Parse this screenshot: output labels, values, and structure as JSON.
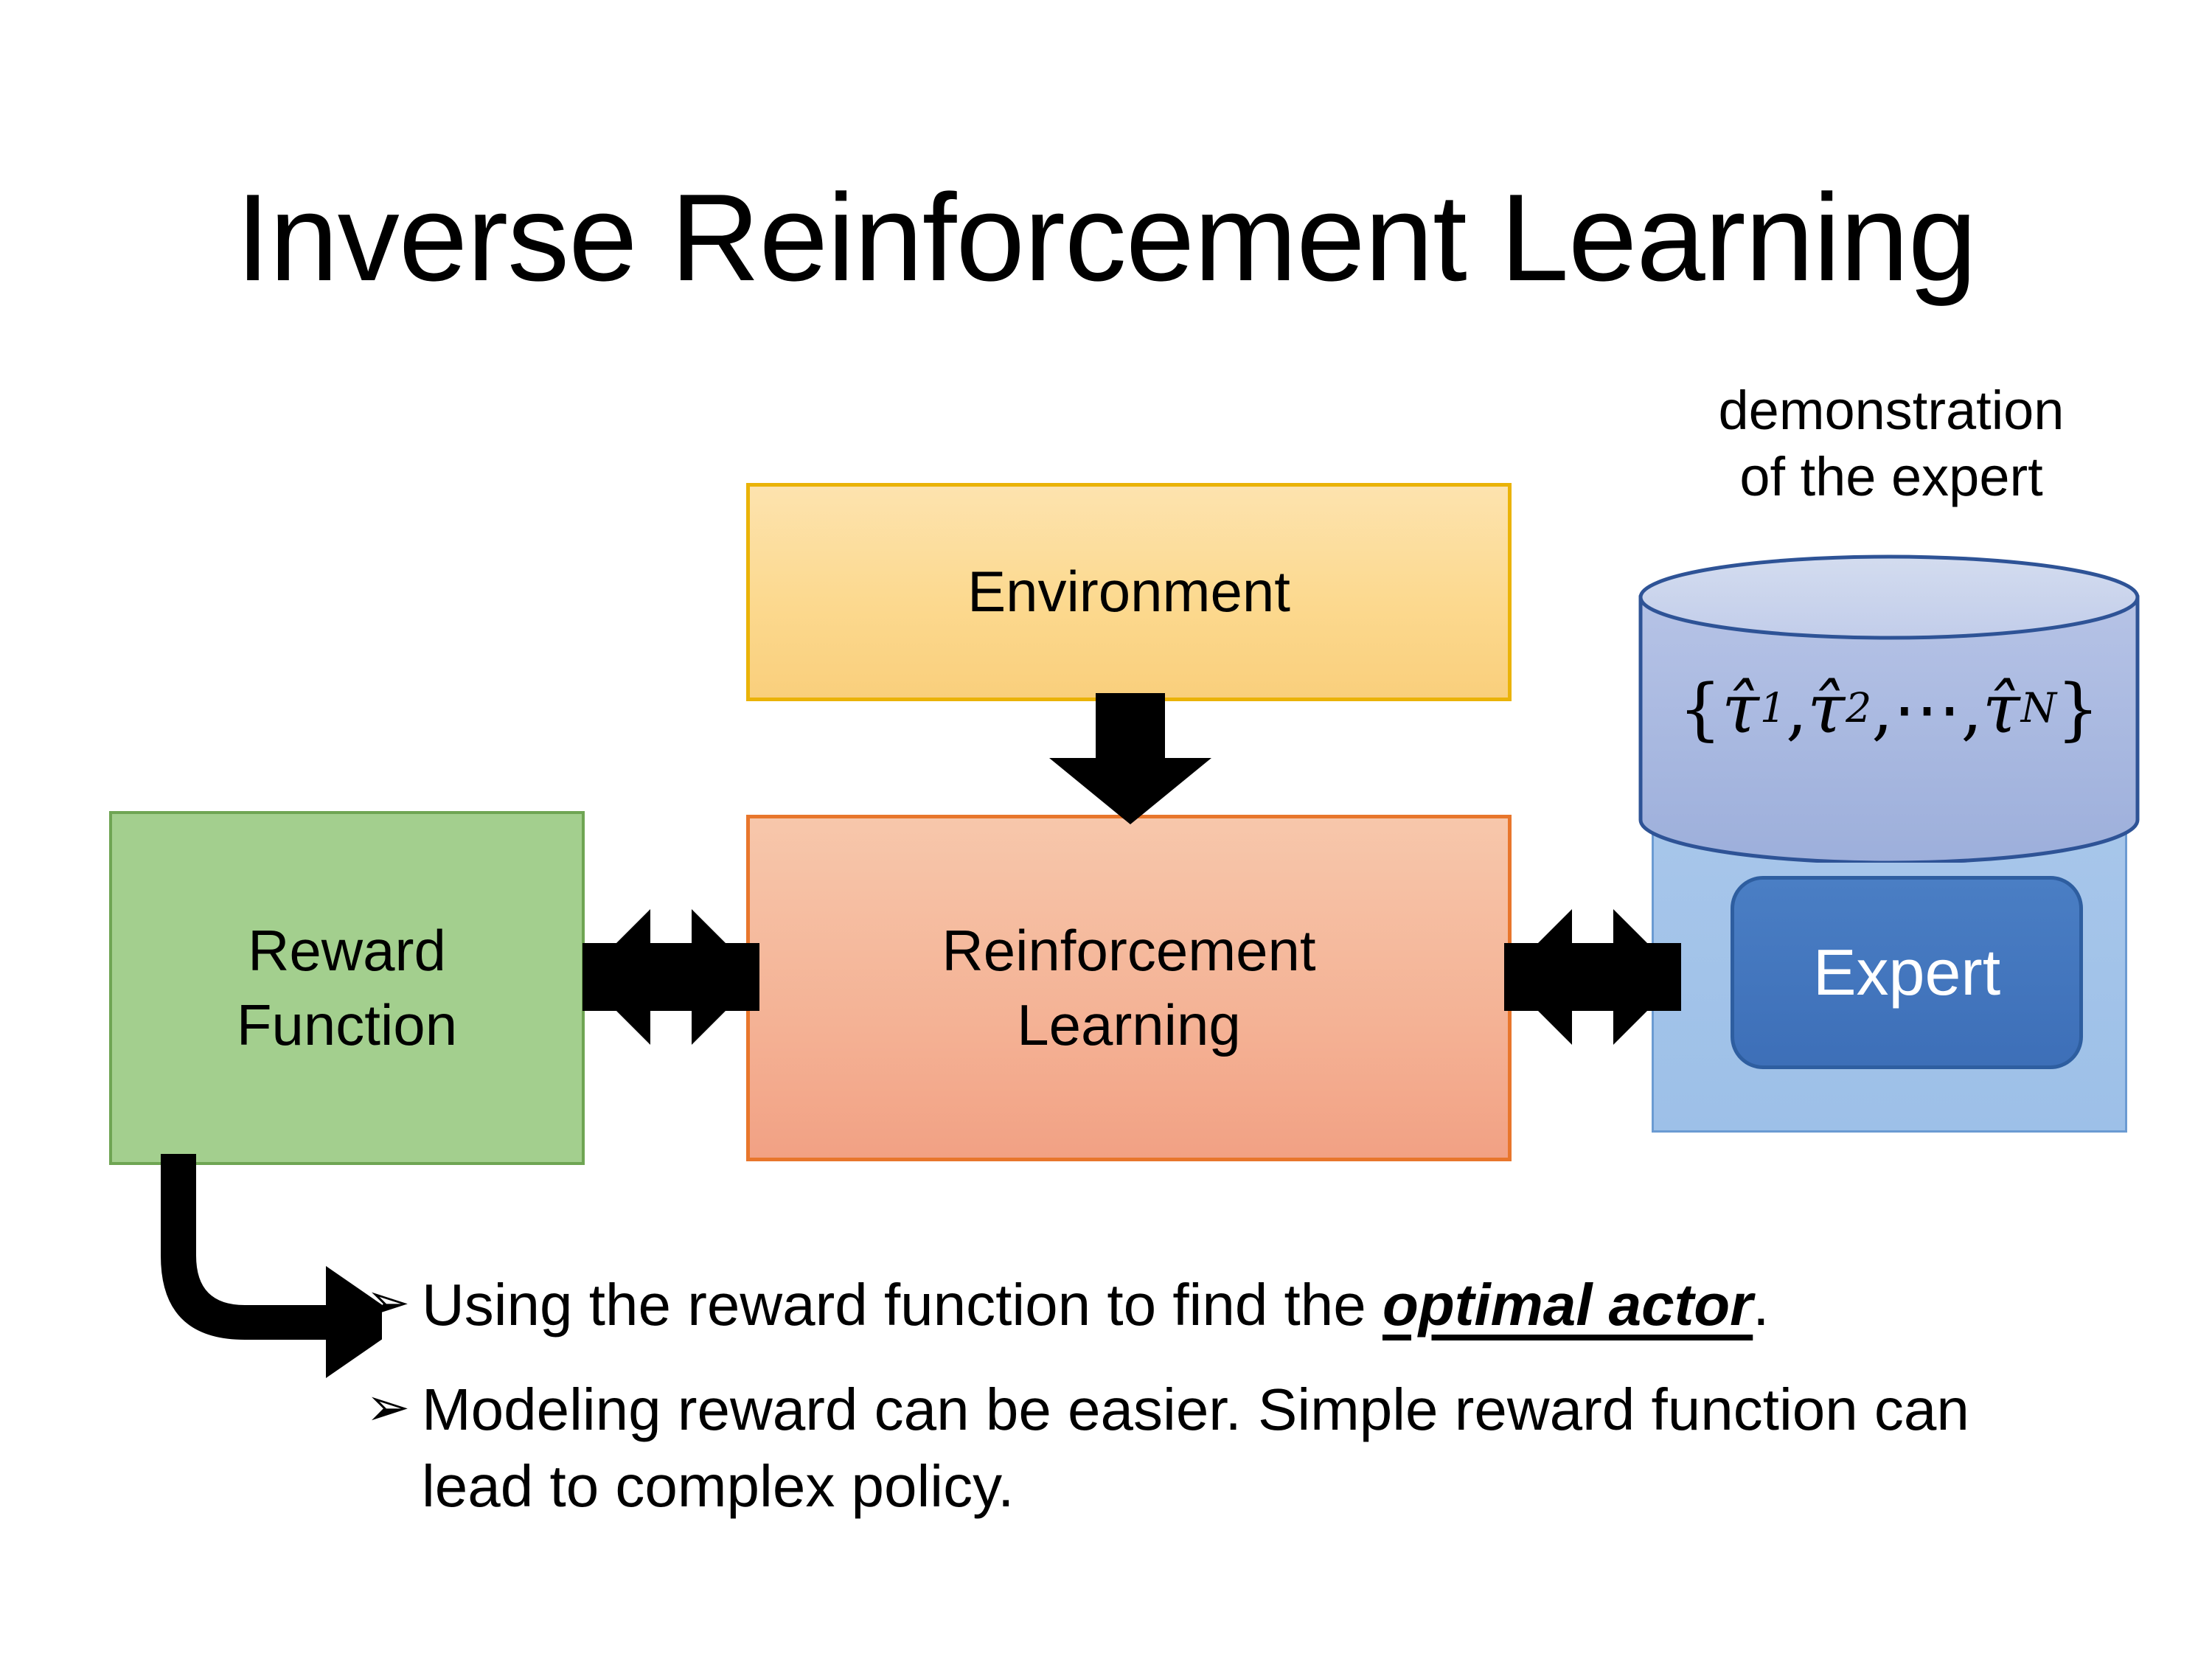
{
  "slide": {
    "title": "Inverse Reinforcement Learning"
  },
  "diagram": {
    "environment": {
      "label": "Environment",
      "fill": "#fcd98f",
      "border": "#eab308"
    },
    "reinforcement_learning": {
      "label_line1": "Reinforcement",
      "label_line2": "Learning",
      "fill": "#f4b295",
      "border": "#e8762c"
    },
    "reward_function": {
      "label_line1": "Reward",
      "label_line2": "Function",
      "fill": "#a3cf8e",
      "border": "#6fa553"
    },
    "expert": {
      "label": "Expert",
      "fill": "#3d6fb8",
      "border": "#2e5ea0",
      "text_color": "#ffffff"
    },
    "expert_backdrop": {
      "fill": "#9dc0e8",
      "border": "#6b9bd2"
    },
    "demonstration": {
      "caption_line1": "demonstration",
      "caption_line2": "of the expert",
      "set_open": "{",
      "set_close": "}",
      "tau_symbol": "τ̂",
      "items": [
        "1",
        "2",
        "N"
      ],
      "ellipsis": "⋯",
      "separator": ", ",
      "cylinder_top_fill": "#ccd5ec",
      "cylinder_body_fill": "#a8b8e0",
      "cylinder_stroke": "#2e5396"
    },
    "arrows": {
      "env_to_rl": "down-arrow",
      "reward_to_rl": "left-right-double-arrow",
      "rl_to_expert": "left-right-double-arrow",
      "reward_to_bullets": "elbow-arrow-down-right",
      "color": "#000000"
    }
  },
  "bullets": {
    "marker": "➢",
    "items": [
      {
        "pre": "Using the reward function to find the ",
        "emphasis": "optimal actor",
        "post": "."
      },
      {
        "pre": "Modeling reward can be easier. Simple reward function can lead to complex policy.",
        "emphasis": "",
        "post": ""
      }
    ]
  }
}
